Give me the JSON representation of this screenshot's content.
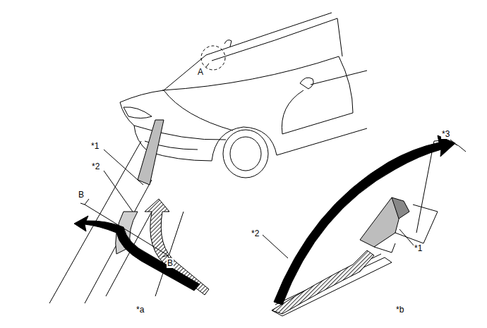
{
  "diagram": {
    "labels": [
      "A",
      "*1",
      "*2",
      "B",
      "B",
      "*3",
      "*1",
      "*2",
      "*a",
      "*b"
    ]
  }
}
